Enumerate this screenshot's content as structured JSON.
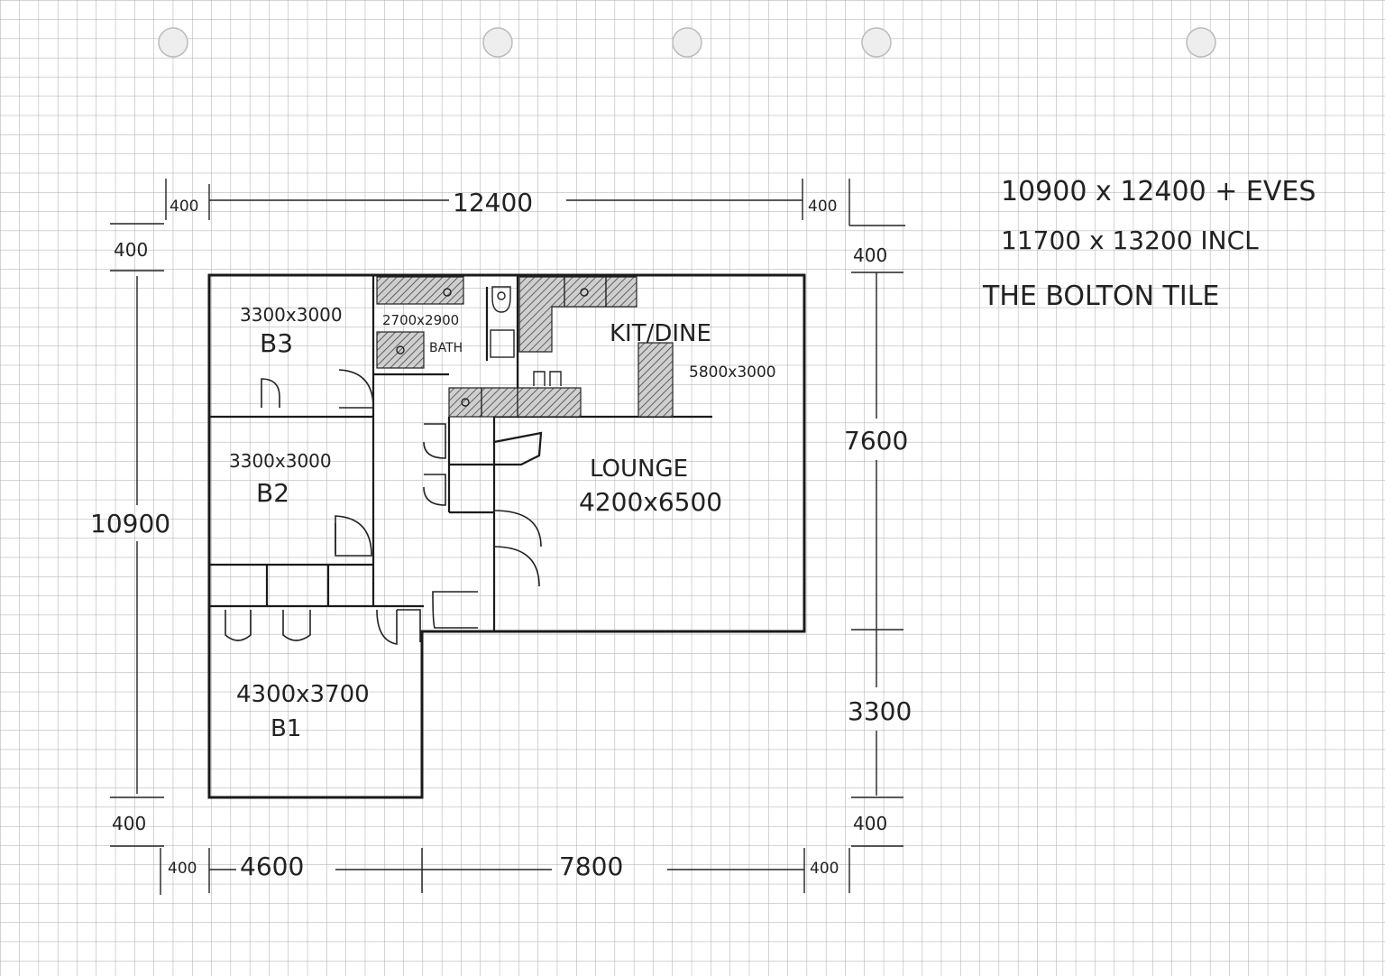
{
  "sheet": {
    "notes": [
      "10900 x 12400 + EVES",
      "11700 x 13200 INCL",
      "THE BOLTON TILE"
    ]
  },
  "dimensions": {
    "top_left_eave": "400",
    "top_total": "12400",
    "top_right_eave": "400",
    "left_top_eave": "400",
    "left_total": "10900",
    "left_bottom_eave": "400",
    "right_top_eave": "400",
    "right_upper": "7600",
    "right_lower": "3300",
    "right_bottom_eave": "400",
    "bottom_left_eave": "400",
    "bottom_left_span": "4600",
    "bottom_right_span": "7800",
    "bottom_right_eave": "400"
  },
  "rooms": {
    "b3": {
      "size": "3300x3000",
      "name": "B3"
    },
    "bath": {
      "size": "2700x2900",
      "name": "BATH"
    },
    "kitchen": {
      "name": "KIT/DINE",
      "size": "5800x3000"
    },
    "b2": {
      "size": "3300x3000",
      "name": "B2"
    },
    "lounge": {
      "name": "LOUNGE",
      "size": "4200x6500"
    },
    "b1": {
      "size": "4300x3700",
      "name": "B1"
    }
  },
  "colors": {
    "paper": "#ffffff",
    "grid": "#a8a8a8",
    "ink": "#1a1a1a"
  }
}
